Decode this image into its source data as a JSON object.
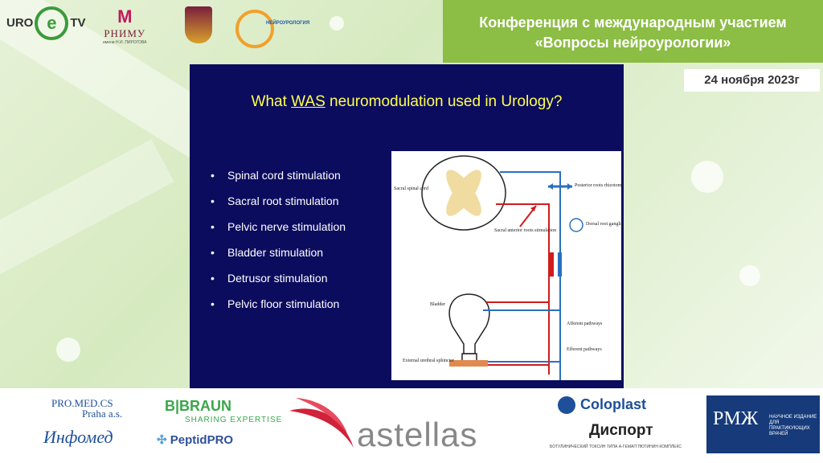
{
  "header": {
    "logos": {
      "urotv_left": "URO",
      "urotv_e": "e",
      "urotv_right": "TV",
      "rnimu": "РНИМУ",
      "rnimu_sub": "имени Н.И. ПИРОГОВА",
      "neuro": "НЕЙРОУРОЛОГИЯ"
    },
    "conference_line1": "Конференция с международным участием",
    "conference_line2": "«Вопросы нейроурологии»",
    "date": "24 ноября 2023г"
  },
  "slide": {
    "title_prefix": "What ",
    "title_emph": "WAS",
    "title_suffix": " neuromodulation used in Urology?",
    "bullets": [
      "Spinal cord stimulation",
      "Sacral root stimulation",
      "Pelvic nerve stimulation",
      "Bladder stimulation",
      "Detrusor stimulation",
      "Pelvic floor stimulation"
    ],
    "diagram": {
      "labels": {
        "sacral_spinal_cord": "Sacral spinal cord",
        "posterior_roots": "Posterior roots rhizotomy",
        "dorsal_root_ganglion": "Dorsal root ganglia",
        "sacral_anterior": "Sacral anterior roots stimulation",
        "bladder": "Bladder",
        "afferent": "Afferent pathways",
        "efferent": "Efferent pathways",
        "sphincter": "External urethral sphincter"
      },
      "colors": {
        "efferent": "#d01c1c",
        "afferent": "#2a6fc0",
        "cord": "#f0dca0"
      }
    }
  },
  "sponsors": {
    "promed_1": "PRO.MED.CS",
    "promed_2": "Praha a.s.",
    "infomed": "Инфомед",
    "bbraun": "B|BRAUN",
    "bbraun_sub": "SHARING EXPERTISE",
    "peptid": "PeptidPRO",
    "astellas": "astellas",
    "coloplast": "Coloplast",
    "disport": "Диспорт",
    "disport_sub": "БОТУЛИНИЧЕСКИЙ ТОКСИН ТИПА A-ГЕМАГГЛЮТИНИН КОМПЛЕКС",
    "rmj": "РМЖ",
    "rmj_sub": "НАУЧНОЕ ИЗДАНИЕ ДЛЯ ПРАКТИКУЮЩИХ ВРАЧЕЙ"
  }
}
